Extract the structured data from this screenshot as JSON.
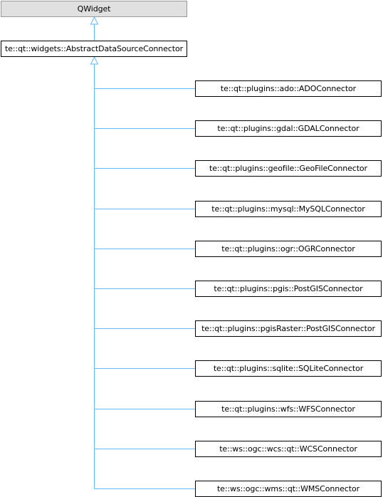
{
  "diagram": {
    "edge_color": "#63b8ff",
    "root": {
      "label": "QWidget",
      "fill": "#e0e0e0"
    },
    "parent": {
      "label": "te::qt::widgets::AbstractDataSourceConnector"
    },
    "children": [
      {
        "label": "te::qt::plugins::ado::ADOConnector"
      },
      {
        "label": "te::qt::plugins::gdal::GDALConnector"
      },
      {
        "label": "te::qt::plugins::geofile::GeoFileConnector"
      },
      {
        "label": "te::qt::plugins::mysql::MySQLConnector"
      },
      {
        "label": "te::qt::plugins::ogr::OGRConnector"
      },
      {
        "label": "te::qt::plugins::pgis::PostGISConnector"
      },
      {
        "label": "te::qt::plugins::pgisRaster::PostGISConnector"
      },
      {
        "label": "te::qt::plugins::sqlite::SQLiteConnector"
      },
      {
        "label": "te::qt::plugins::wfs::WFSConnector"
      },
      {
        "label": "te::ws::ogc::wcs::qt::WCSConnector"
      },
      {
        "label": "te::ws::ogc::wms::qt::WMSConnector"
      }
    ]
  }
}
